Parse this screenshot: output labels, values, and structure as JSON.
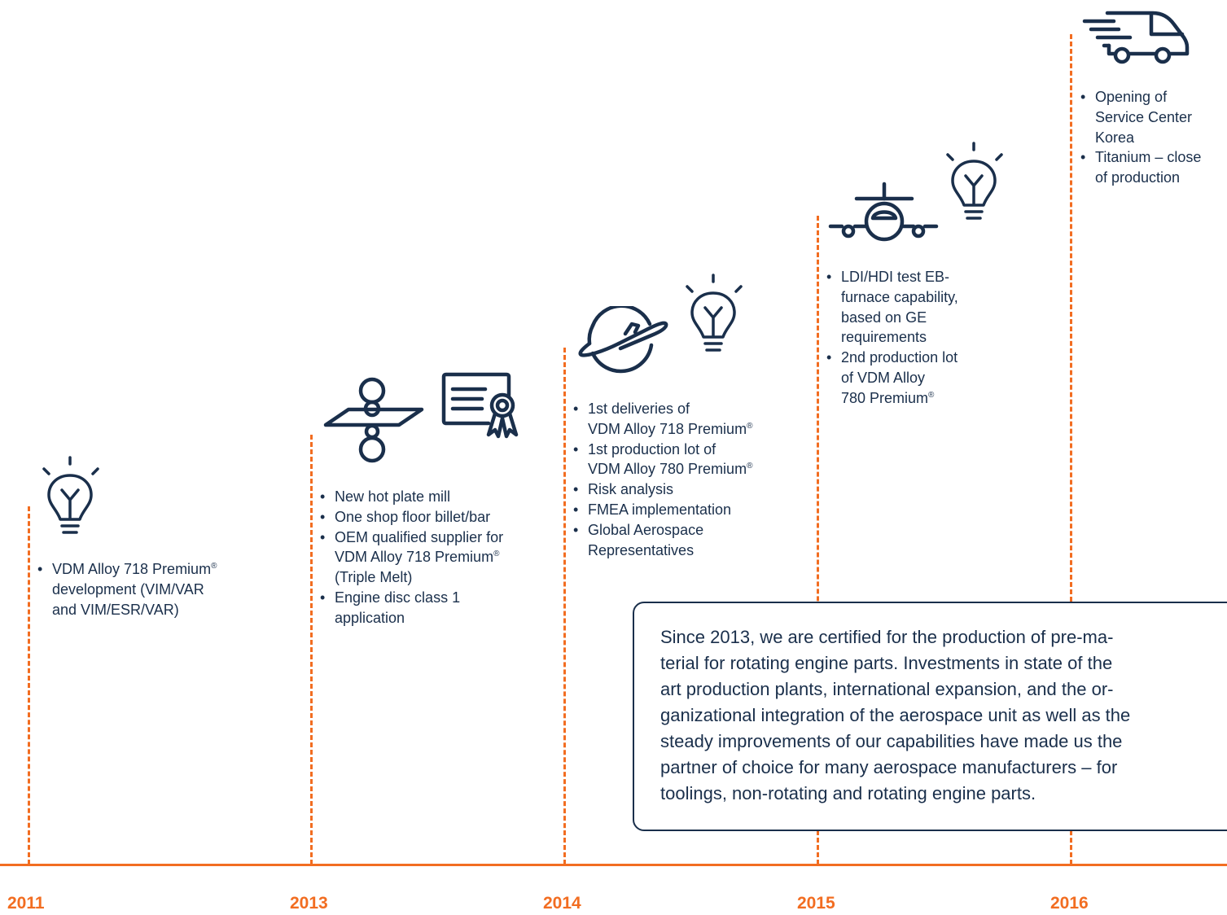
{
  "years": [
    "2011",
    "2013",
    "2014",
    "2015",
    "2016"
  ],
  "milestones": {
    "y2011": [
      {
        "text": "VDM Alloy 718 Premium",
        "reg": "®",
        "rest": ""
      },
      {
        "text": "development (VIM/VAR",
        "cont": true
      },
      {
        "text": "and VIM/ESR/VAR)",
        "cont": true
      }
    ],
    "y2013": {
      "b1": "New hot plate mill",
      "b2": "One shop floor billet/bar",
      "b3a": "OEM qualified supplier for",
      "b3b": "VDM Alloy 718 Premium",
      "b3c": "(Triple Melt)",
      "b4a": "Engine disc class 1",
      "b4b": "application"
    },
    "y2014": {
      "b1a": "1st deliveries of",
      "b1b": "VDM Alloy 718 Premium",
      "b2a": "1st production lot of",
      "b2b": "VDM Alloy 780 Premium",
      "b3": "Risk analysis",
      "b4": "FMEA implementation",
      "b5a": "Global Aerospace",
      "b5b": "Representatives"
    },
    "y2015": {
      "b1a": "LDI/HDI test EB-",
      "b1b": "furnace capability,",
      "b1c": "based on GE",
      "b1d": "requirements",
      "b2a": "2nd production lot",
      "b2b": "of VDM Alloy",
      "b2c": "780 Premium"
    },
    "y2016": {
      "b1a": "Opening of",
      "b1b": "Service Center",
      "b1c": "Korea",
      "b2a": "Titanium – close",
      "b2b": "of production"
    },
    "y2011_lines": {
      "a": "VDM Alloy 718 Premium",
      "b": "development (VIM/VAR",
      "c": "and VIM/ESR/VAR)"
    },
    "registered": "®"
  },
  "summary": "Since 2013, we are certified for the production of pre-ma-terial for rotating engine parts. Investments in state of the art production plants, international expansion, and the or-ganizational integration of the aerospace unit as well as the steady improvements of our capabilities have made us the partner of choice for many aerospace manufacturers – for toolings, non-rotating and rotating engine parts.",
  "summary_lines": [
    "Since 2013, we are certified for the production of pre-ma-",
    "terial for rotating engine parts. Investments in state of the",
    "art production plants, international expansion, and the or-",
    "ganizational integration of the aerospace unit as well as the",
    "steady improvements of our capabilities have made us the",
    "partner of choice for many aerospace manufacturers – for",
    "toolings, non-rotating and rotating engine parts."
  ],
  "icons": {
    "y2011": [
      "lightbulb-icon"
    ],
    "y2013": [
      "rolling-mill-icon",
      "certificate-icon"
    ],
    "y2014": [
      "globe-airplane-icon",
      "lightbulb-icon"
    ],
    "y2015": [
      "aircraft-engine-icon",
      "lightbulb-icon"
    ],
    "y2016": [
      "delivery-truck-icon"
    ]
  },
  "colors": {
    "accent": "#f26d21",
    "navy": "#1a2f4b"
  }
}
